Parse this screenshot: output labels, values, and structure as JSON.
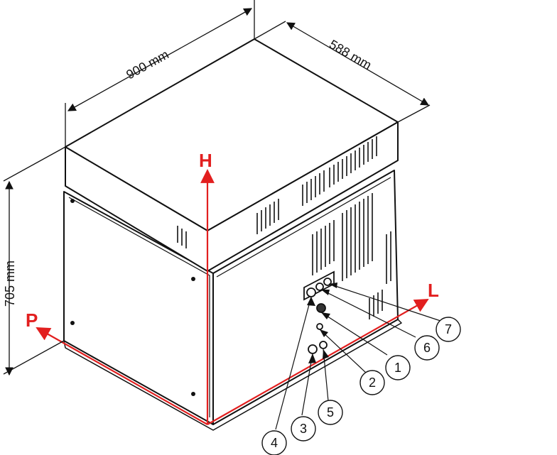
{
  "dimensions": {
    "width": "900 mm",
    "depth": "588 mm",
    "height": "705 mm"
  },
  "axes": {
    "height": "H",
    "length": "L",
    "depth": "P"
  },
  "callouts": [
    "1",
    "2",
    "3",
    "4",
    "5",
    "6",
    "7"
  ],
  "colors": {
    "outline": "#111111",
    "axis": "#e21f1f",
    "background": "#ffffff"
  }
}
